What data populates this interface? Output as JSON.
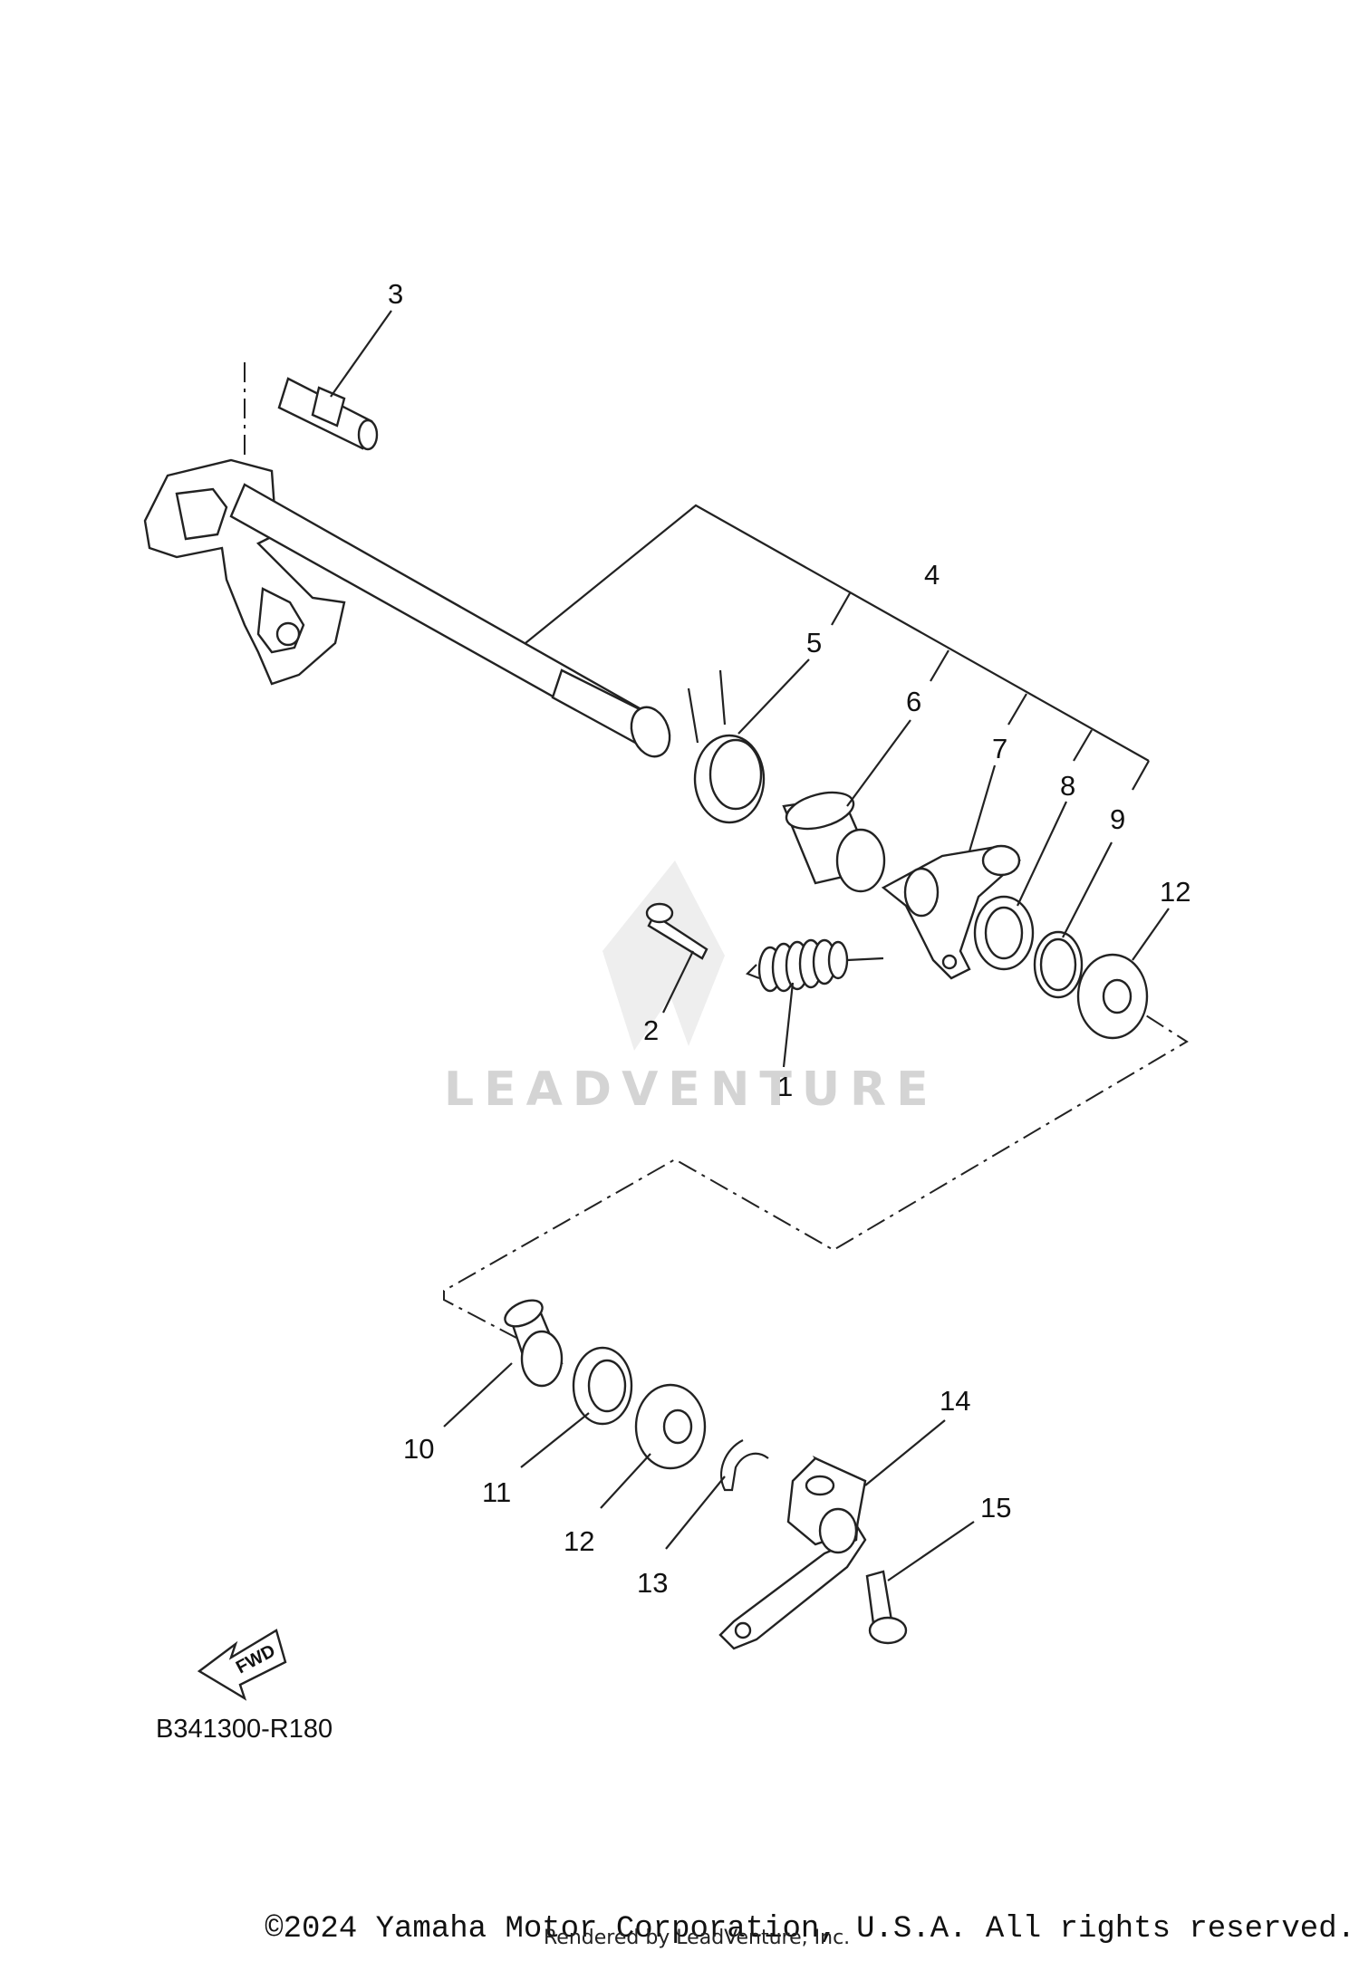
{
  "diagram": {
    "callouts": [
      "1",
      "2",
      "3",
      "4",
      "5",
      "6",
      "7",
      "8",
      "9",
      "12",
      "10",
      "11",
      "12",
      "13",
      "14",
      "15"
    ],
    "fwd_label": "FWD",
    "figure_code": "B341300-R180",
    "watermark": "LEADVENTURE"
  },
  "footer": {
    "copyright": "©2024 Yamaha Motor Corporation, U.S.A. All rights reserved.",
    "rendered_by": "Rendered by LeadVenture, Inc."
  }
}
